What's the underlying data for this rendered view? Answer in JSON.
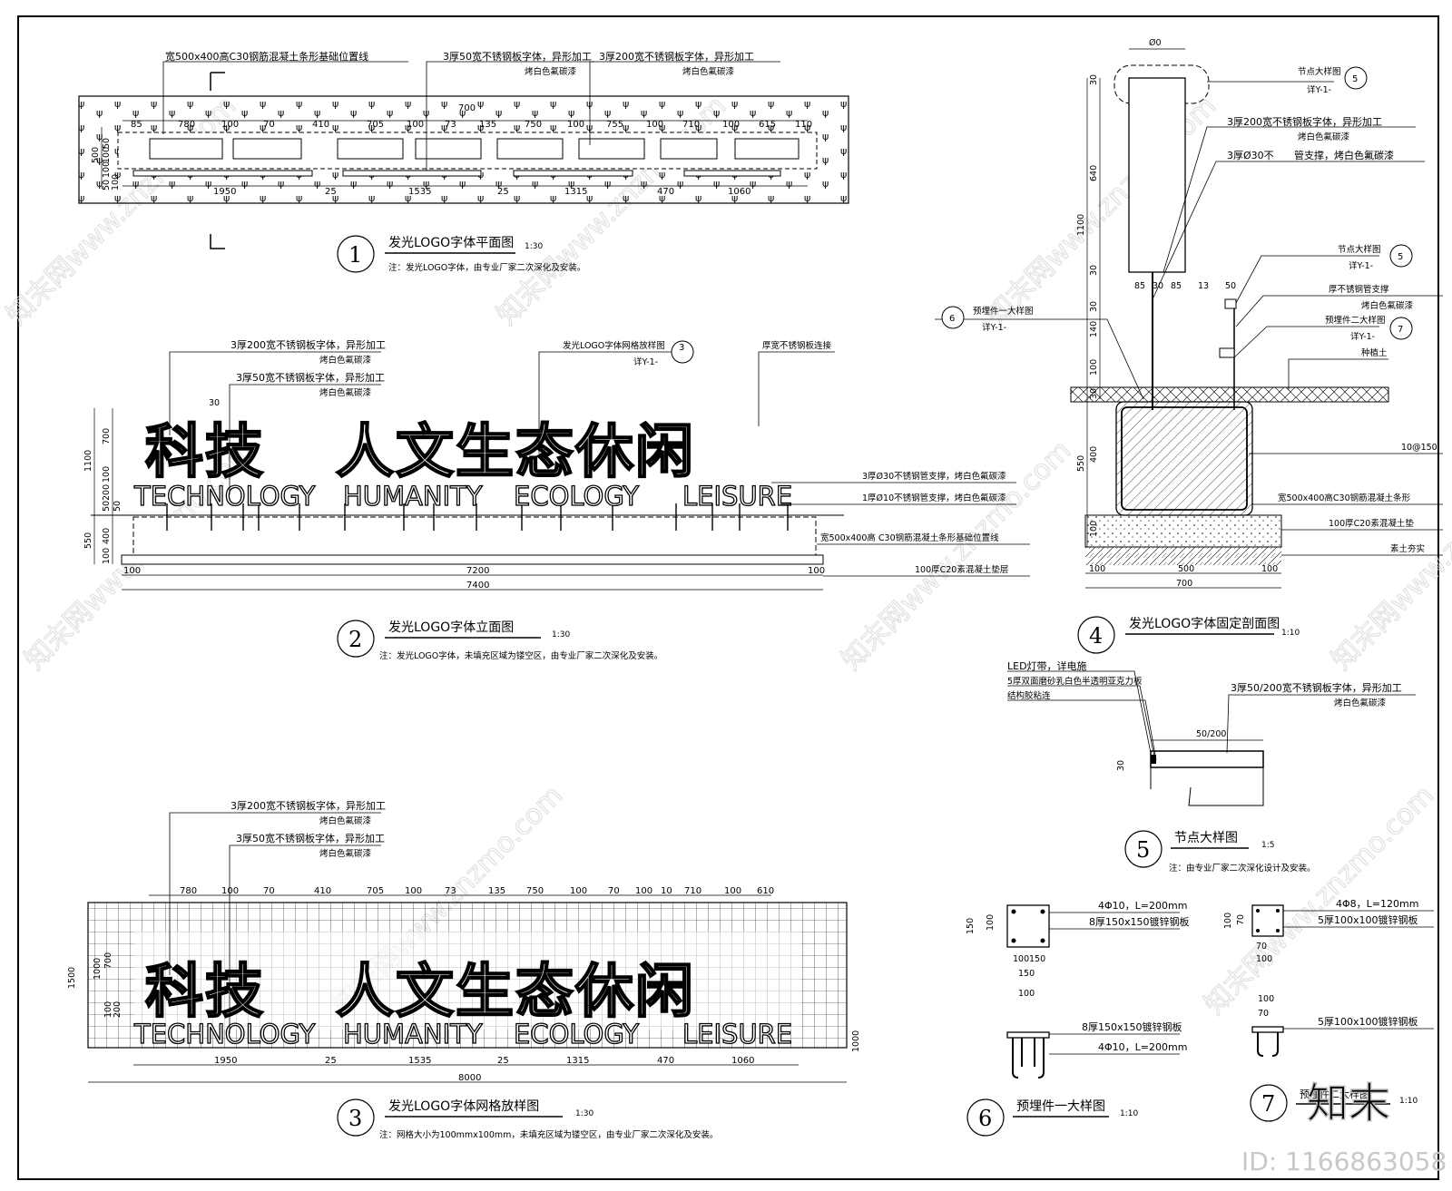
{
  "views": {
    "v1": {
      "number": "1",
      "title": "发光LOGO字体平面图",
      "scale": "1:30",
      "note": "注：发光LOGO字体，由专业厂家二次深化及安装。",
      "callouts": [
        "宽500x400高C30钢筋混凝土条形基础位置线",
        "3厚50宽不锈钢板字体，异形加工",
        "3厚200宽不锈钢板字体，异形加工",
        "烤白色氟碳漆",
        "烤白色氟碳漆"
      ],
      "dims_top": [
        "85",
        "780",
        "100",
        "70",
        "410",
        "705",
        "100",
        "73",
        "135",
        "750",
        "100",
        "755",
        "100",
        "710",
        "100",
        "615",
        "110"
      ],
      "dims_bottom": [
        "1950",
        "25",
        "1535",
        "25",
        "1315",
        "470",
        "1060"
      ],
      "dims_left": [
        "500",
        "50",
        "100",
        "100",
        "50",
        "100"
      ],
      "dim_overall_top": "700"
    },
    "v2": {
      "number": "2",
      "title": "发光LOGO字体立面图",
      "scale": "1:30",
      "note": "注：发光LOGO字体，未填充区域为镂空区，由专业厂家二次深化及安装。",
      "callouts": [
        "3厚200宽不锈钢板字体，异形加工",
        "烤白色氟碳漆",
        "3厚50宽不锈钢板字体，异形加工",
        "烤白色氟碳漆",
        "发光LOGO字体网格放样图",
        "详Y-1-",
        "3",
        "厚宽不锈钢板连接",
        "3厚Ø30不锈钢管支撑，烤白色氟碳漆",
        "1厚Ø10不锈钢管支撑，烤白色氟碳漆",
        "宽500x400高 C30钢筋混凝土条形基础位置线",
        "100厚C20素混凝土垫层"
      ],
      "dims_left": [
        "1100",
        "700",
        "100",
        "200",
        "50",
        "50",
        "550",
        "400",
        "100"
      ],
      "dims_bottom": [
        "100",
        "7200",
        "100"
      ],
      "dim_overall": "7400",
      "dim_30": "30"
    },
    "v3": {
      "number": "3",
      "title": "发光LOGO字体网格放样图",
      "scale": "1:30",
      "note": "注：网格大小为100mmx100mm，未填充区域为镂空区，由专业厂家二次深化及安装。",
      "callouts": [
        "3厚200宽不锈钢板字体，异形加工",
        "烤白色氟碳漆",
        "3厚50宽不锈钢板字体，异形加工",
        "烤白色氟碳漆"
      ],
      "dims_top": [
        "780",
        "100",
        "70",
        "410",
        "705",
        "100",
        "73",
        "135",
        "750",
        "100",
        "70",
        "100",
        "10",
        "710",
        "100",
        "610"
      ],
      "dims_bottom": [
        "1950",
        "25",
        "1535",
        "25",
        "1315",
        "470",
        "1060"
      ],
      "dim_overall": "8000",
      "dims_left": [
        "1500",
        "1000",
        "700",
        "100",
        "200"
      ],
      "dim_right": "1000"
    },
    "v4": {
      "number": "4",
      "title": "发光LOGO字体固定剖面图",
      "scale": "1:10",
      "callouts": [
        "节点大样图",
        "详Y-1-",
        "5",
        "3厚200宽不锈钢板字体，异形加工",
        "烤白色氟碳漆",
        "3厚Ø30不",
        "管支撑，烤白色氟碳漆",
        "节点大样图",
        "详Y-1-",
        "5",
        "厚不锈钢管支撑",
        "烤白色氟碳漆",
        "预埋件二大样图",
        "详Y-1-",
        "7",
        "种植土",
        "预埋件一大样图",
        "详Y-1-",
        "6",
        "10@150",
        "宽500x400高C30钢筋混凝土条形",
        "100厚C20素混凝土垫",
        "素土夯实"
      ],
      "dims_left": [
        "30",
        "640",
        "1100",
        "30",
        "30",
        "140",
        "100",
        "30",
        "550",
        "400",
        "100"
      ],
      "dims_mid": [
        "85",
        "30",
        "85",
        "13",
        "50"
      ],
      "dims_bottom": [
        "100",
        "500",
        "100"
      ],
      "dim_overall": "700",
      "dim_top": "Ø0"
    },
    "v5": {
      "number": "5",
      "title": "节点大样图",
      "scale": "1:5",
      "note": "注：由专业厂家二次深化设计及安装。",
      "callouts": [
        "LED灯带，详电施",
        "5厚双面磨砂乳白色半透明亚克力板",
        "结构胶粘连",
        "3厚50/200宽不锈钢板字体，异形加工",
        "烤白色氟碳漆"
      ],
      "dims": [
        "50/200",
        "30"
      ]
    },
    "v6": {
      "number": "6",
      "title": "预埋件一大样图",
      "scale": "1:10",
      "callouts": [
        "4Φ10，L=200mm",
        "8厚150x150镀锌钢板",
        "8厚150x150镀锌钢板",
        "4Φ10，L=200mm"
      ],
      "dims": [
        "150",
        "100",
        "100",
        "150",
        "150",
        "100"
      ]
    },
    "v7": {
      "number": "7",
      "title": "预埋件二大样图",
      "scale": "1:10",
      "callouts": [
        "4Φ8，L=120mm",
        "5厚100x100镀锌钢板",
        "5厚100x100镀锌钢板"
      ],
      "dims": [
        "100",
        "70",
        "70",
        "100",
        "100",
        "70"
      ]
    }
  },
  "logo": {
    "cn_left": "科技",
    "cn_right": "人文生态休闲",
    "en_words": [
      "TECHNOLOGY",
      "HUMANITY",
      "ECOLOGY",
      "LEISURE"
    ]
  },
  "watermark": {
    "text": "知末网www.znzmo.com",
    "logo_text": "知末",
    "id": "ID: 1166863058"
  }
}
